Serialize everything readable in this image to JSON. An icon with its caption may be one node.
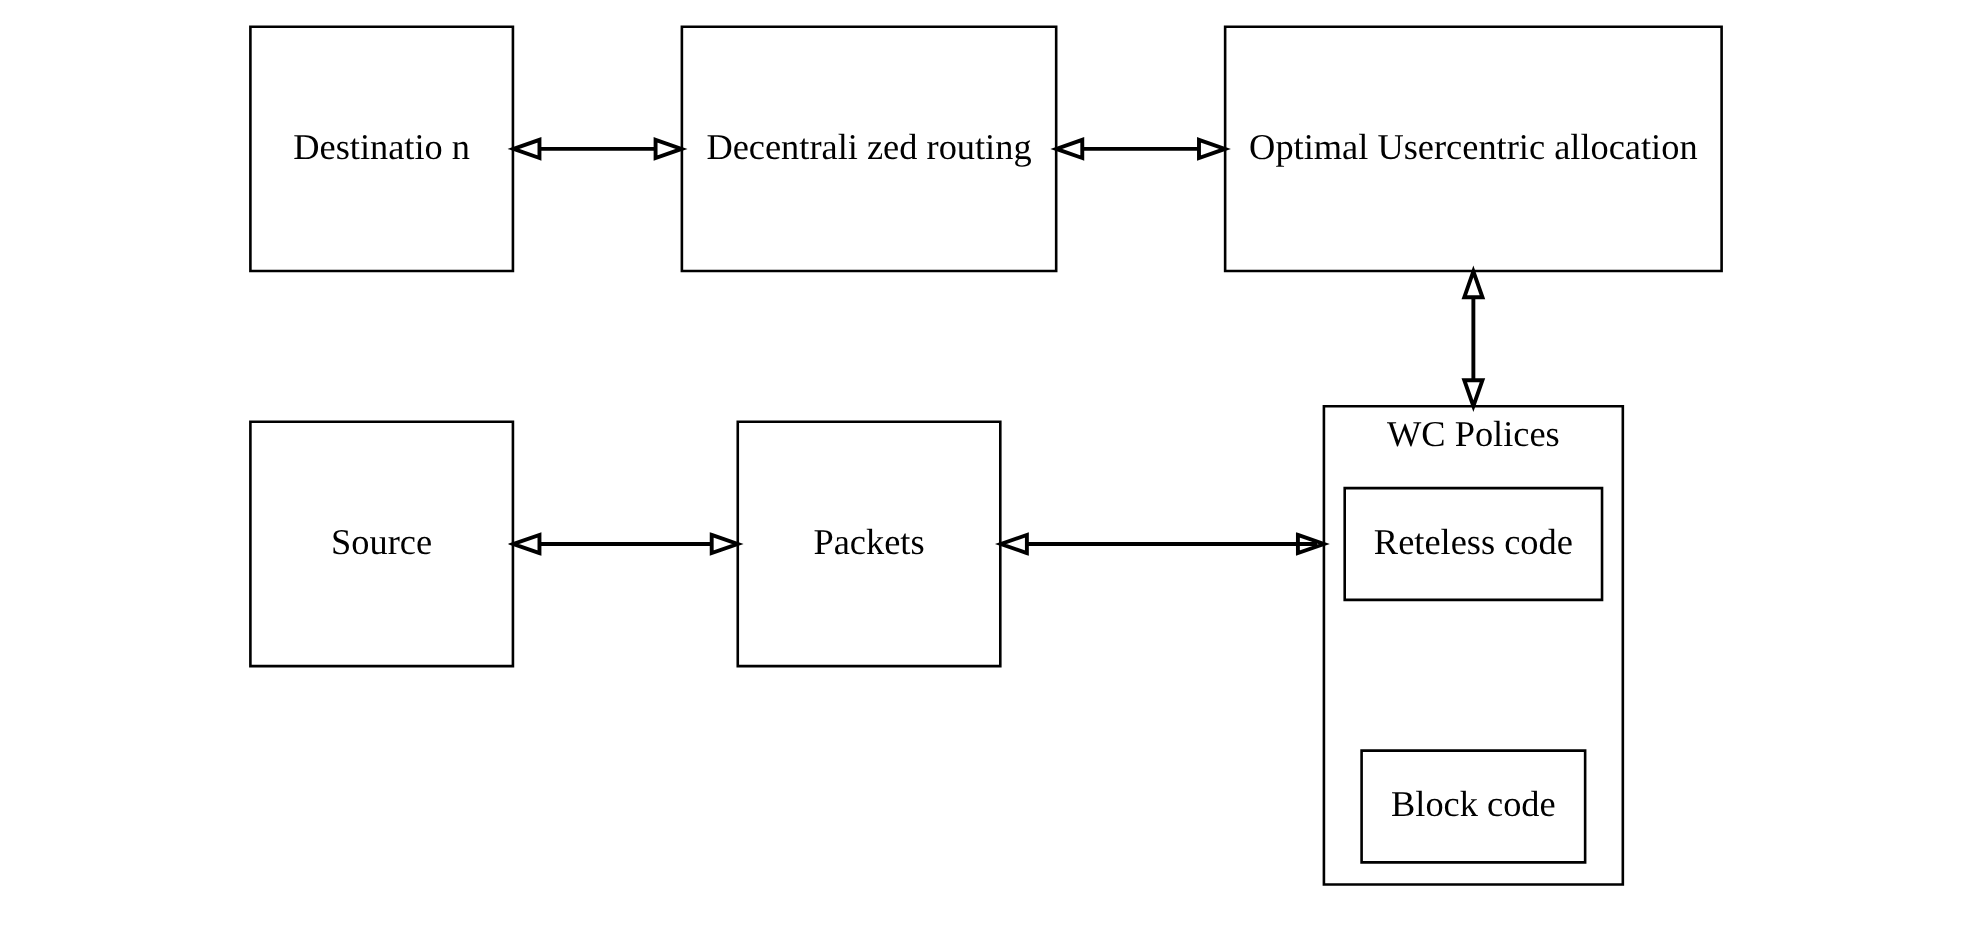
{
  "diagram": {
    "nodes": [
      {
        "text": [
          "Source"
        ]
      },
      {
        "text": [
          "Packets"
        ]
      },
      {
        "text": [
          "WC Polices"
        ]
      },
      {
        "text": [
          "Reteless code"
        ],
        "in": 2
      },
      {
        "text": [
          "Block code"
        ],
        "in": 2
      },
      {
        "text": [
          "Destinatio n"
        ]
      },
      {
        "text": [
          "Decentrali zed routing"
        ]
      },
      {
        "text": [
          "Optimal Usercentric allocation"
        ]
      }
    ],
    "edges": [
      {
        "from": 0,
        "to": 1,
        "arrow": "both"
      },
      {
        "from": 1,
        "to": 2,
        "arrow": "both"
      },
      {
        "from": 2,
        "to": 7,
        "arrow": "both"
      },
      {
        "from": 5,
        "to": 6,
        "arrow": "both"
      },
      {
        "from": 6,
        "to": 7,
        "arrow": "both"
      }
    ]
  }
}
